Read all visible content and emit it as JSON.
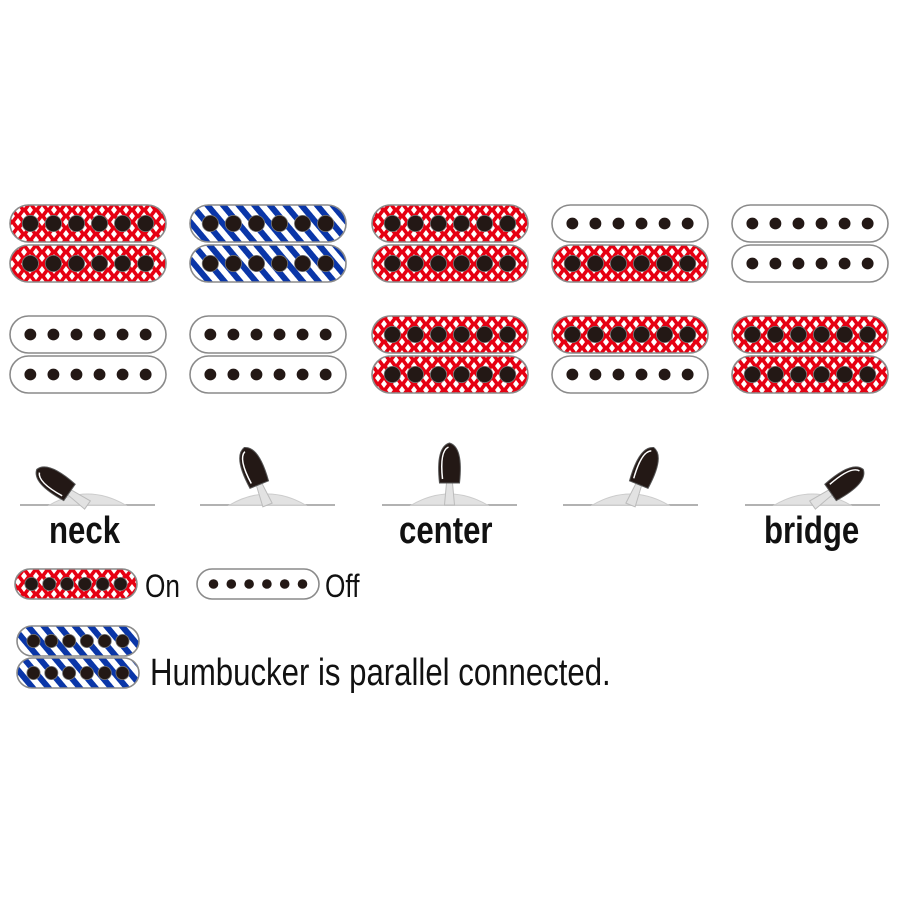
{
  "colors": {
    "on": "#e60012",
    "parallel": "#0a36a8",
    "pole": "#231815",
    "outline": "#8a8a8a",
    "knob": "#231815",
    "base": "#e2e2e2"
  },
  "positions": [
    {
      "label": "neck",
      "lever": "neck",
      "top_humbucker": [
        "on",
        "on"
      ],
      "bottom_humbucker": [
        "off",
        "off"
      ]
    },
    {
      "label": "",
      "lever": "neck-center",
      "top_humbucker": [
        "parallel",
        "parallel"
      ],
      "bottom_humbucker": [
        "off",
        "off"
      ]
    },
    {
      "label": "center",
      "lever": "center",
      "top_humbucker": [
        "on",
        "on"
      ],
      "bottom_humbucker": [
        "on",
        "on"
      ]
    },
    {
      "label": "",
      "lever": "center-bridge",
      "top_humbucker": [
        "off",
        "on"
      ],
      "bottom_humbucker": [
        "on",
        "off"
      ]
    },
    {
      "label": "bridge",
      "lever": "bridge",
      "top_humbucker": [
        "off",
        "off"
      ],
      "bottom_humbucker": [
        "on",
        "on"
      ]
    }
  ],
  "legend": {
    "on_label": "On",
    "off_label": "Off",
    "parallel_label": "Humbucker is parallel connected."
  }
}
